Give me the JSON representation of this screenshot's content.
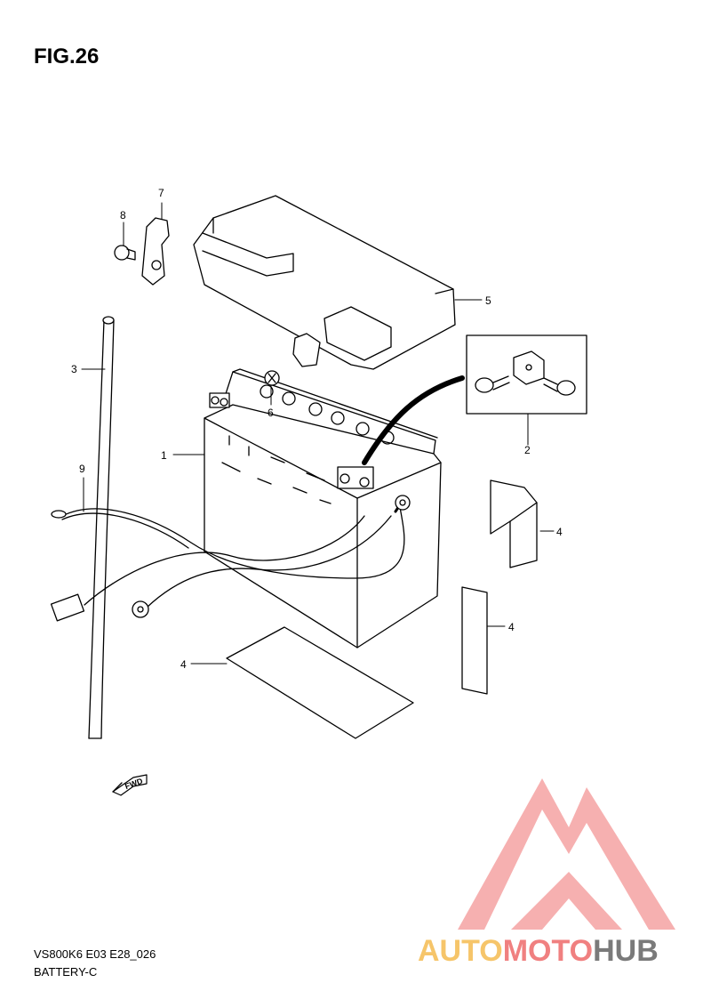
{
  "figure": {
    "title": "FIG.26"
  },
  "callouts": {
    "c1": "1",
    "c2": "2",
    "c3": "3",
    "c4a": "4",
    "c4b": "4",
    "c4c": "4",
    "c5": "5",
    "c6": "6",
    "c7": "7",
    "c8": "8",
    "c9": "9"
  },
  "direction_marker": {
    "label": "FWD"
  },
  "footer": {
    "model": "VS800K6 E03 E28_026",
    "section": "BATTERY-C"
  },
  "watermark": {
    "part1": "AUTO",
    "part2": "MOTO",
    "part3": "HUB",
    "colors": [
      "#f6c56a",
      "#f08080",
      "#7a7a7a"
    ]
  }
}
